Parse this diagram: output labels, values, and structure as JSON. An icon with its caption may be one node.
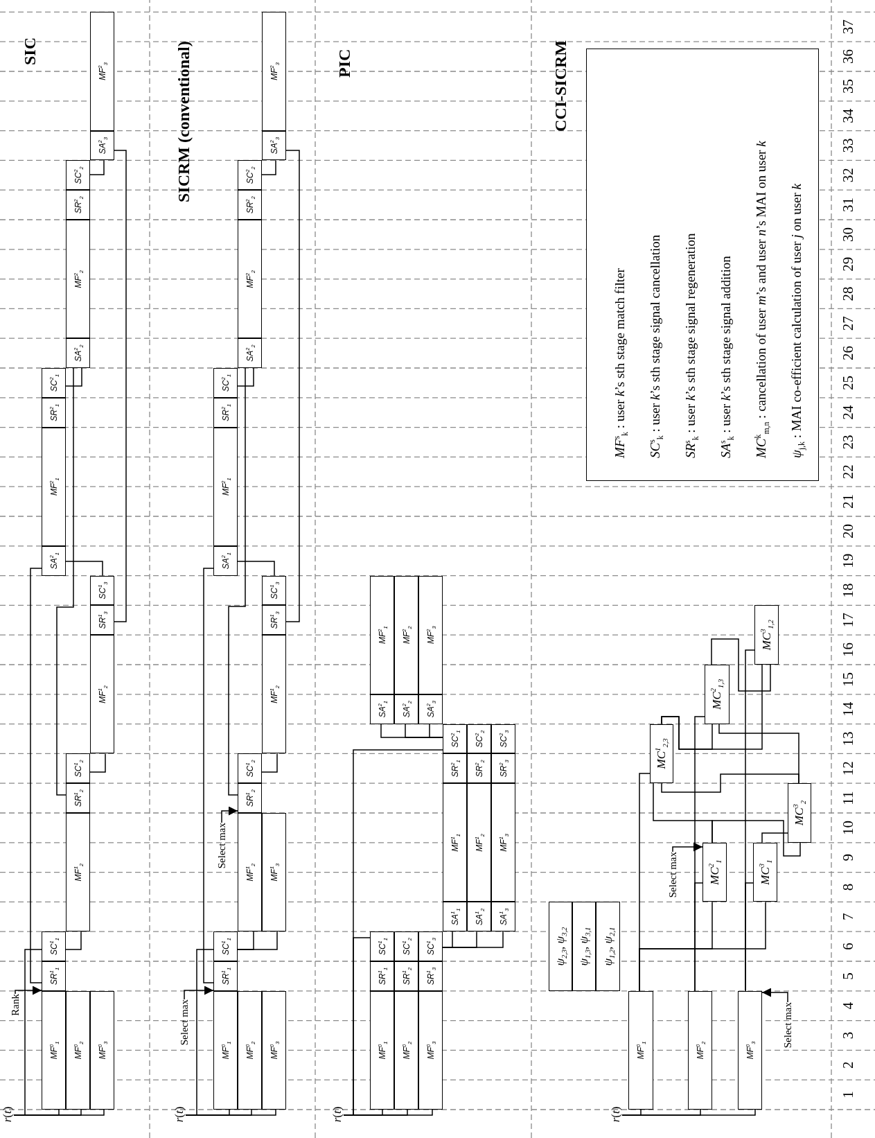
{
  "diagram": {
    "nodes": [
      {
        "text": [
          "*r*(*t*)"
        ]
      },
      {
        "text": [
          "Rank"
        ]
      },
      {
        "text": [
          "MF$^{0}$$_{1}$"
        ]
      },
      {
        "text": [
          "MF$^{0}$$_{2}$"
        ]
      },
      {
        "text": [
          "MF$^{0}$$_{3}$"
        ]
      },
      {
        "text": [
          "SR$^{1}$$_{1}$"
        ]
      },
      {
        "text": [
          "SC$^{1}$$_{1}$"
        ]
      },
      {
        "text": [
          "MF$^{1}$$_{2}$"
        ]
      },
      {
        "text": [
          "SR$^{1}$$_{2}$"
        ]
      },
      {
        "text": [
          "SC$^{1}$$_{2}$"
        ]
      },
      {
        "text": [
          "MF$^{1}$$_{2}$"
        ]
      },
      {
        "text": [
          "SR$^{1}$$_{3}$"
        ]
      },
      {
        "text": [
          "SC$^{1}$$_{3}$"
        ]
      },
      {
        "text": [
          "SA$^{2}$$_{1}$"
        ]
      },
      {
        "text": [
          "MF$^{2}$$_{1}$"
        ]
      },
      {
        "text": [
          "SR$^{2}$$_{1}$"
        ]
      },
      {
        "text": [
          "SC$^{2}$$_{1}$"
        ]
      },
      {
        "text": [
          "SA$^{2}$$_{2}$"
        ]
      },
      {
        "text": [
          "MF$^{2}$$_{2}$"
        ]
      },
      {
        "text": [
          "SR$^{2}$$_{2}$"
        ]
      },
      {
        "text": [
          "SC$^{2}$$_{2}$"
        ]
      },
      {
        "text": [
          "SA$^{2}$$_{3}$"
        ]
      },
      {
        "text": [
          "MF$^{2}$$_{3}$"
        ]
      },
      {
        "text": [
          "*r*(*t*)"
        ]
      },
      {
        "text": [
          "Select max"
        ]
      },
      {
        "text": [
          "MF$^{0}$$_{1}$"
        ]
      },
      {
        "text": [
          "MF$^{0}$$_{2}$"
        ]
      },
      {
        "text": [
          "MF$^{0}$$_{3}$"
        ]
      },
      {
        "text": [
          "SR$^{1}$$_{1}$"
        ]
      },
      {
        "text": [
          "SC$^{1}$$_{1}$"
        ]
      },
      {
        "text": [
          "Select max"
        ]
      },
      {
        "text": [
          "MF$^{1}$$_{2}$"
        ]
      },
      {
        "text": [
          "MF$^{1}$$_{3}$"
        ]
      },
      {
        "text": [
          "SR$^{1}$$_{2}$"
        ]
      },
      {
        "text": [
          "SC$^{1}$$_{2}$"
        ]
      },
      {
        "text": [
          "MF$^{1}$$_{2}$"
        ]
      },
      {
        "text": [
          "SR$^{1}$$_{3}$"
        ]
      },
      {
        "text": [
          "SC$^{1}$$_{3}$"
        ]
      },
      {
        "text": [
          "SA$^{2}$$_{1}$"
        ]
      },
      {
        "text": [
          "MF$^{2}$$_{1}$"
        ]
      },
      {
        "text": [
          "SR$^{2}$$_{1}$"
        ]
      },
      {
        "text": [
          "SC$^{2}$$_{1}$"
        ]
      },
      {
        "text": [
          "SA$^{2}$$_{2}$"
        ]
      },
      {
        "text": [
          "MF$^{2}$$_{2}$"
        ]
      },
      {
        "text": [
          "SR$^{2}$$_{2}$"
        ]
      },
      {
        "text": [
          "SC$^{2}$$_{2}$"
        ]
      },
      {
        "text": [
          "SA$^{2}$$_{3}$"
        ]
      },
      {
        "text": [
          "MF$^{2}$$_{3}$"
        ]
      },
      {
        "text": [
          "*r*(*t*)"
        ]
      },
      {
        "text": [
          "MF$^{0}$$_{1}$"
        ]
      },
      {
        "text": [
          "MF$^{0}$$_{2}$"
        ]
      },
      {
        "text": [
          "MF$^{0}$$_{3}$"
        ]
      },
      {
        "text": [
          "SR$^{1}$$_{1}$"
        ]
      },
      {
        "text": [
          "SR$^{1}$$_{2}$"
        ]
      },
      {
        "text": [
          "SR$^{1}$$_{3}$"
        ]
      },
      {
        "text": [
          "SC$^{1}$$_{1}$"
        ]
      },
      {
        "text": [
          "SC$^{1}$$_{2}$"
        ]
      },
      {
        "text": [
          "SC$^{1}$$_{3}$"
        ]
      },
      {
        "text": [
          "SA$^{1}$$_{1}$"
        ]
      },
      {
        "text": [
          "SA$^{1}$$_{2}$"
        ]
      },
      {
        "text": [
          "SA$^{1}$$_{3}$"
        ]
      },
      {
        "text": [
          "MF$^{1}$$_{1}$"
        ]
      },
      {
        "text": [
          "MF$^{1}$$_{2}$"
        ]
      },
      {
        "text": [
          "MF$^{1}$$_{3}$"
        ]
      },
      {
        "text": [
          "SR$^{2}$$_{1}$"
        ]
      },
      {
        "text": [
          "SR$^{2}$$_{2}$"
        ]
      },
      {
        "text": [
          "SR$^{2}$$_{3}$"
        ]
      },
      {
        "text": [
          "SC$^{2}$$_{1}$"
        ]
      },
      {
        "text": [
          "SC$^{2}$$_{2}$"
        ]
      },
      {
        "text": [
          "SC$^{2}$$_{3}$"
        ]
      },
      {
        "text": [
          "SA$^{2}$$_{1}$"
        ]
      },
      {
        "text": [
          "SA$^{2}$$_{2}$"
        ]
      },
      {
        "text": [
          "SA$^{2}$$_{3}$"
        ]
      },
      {
        "text": [
          "MF$^{2}$$_{1}$"
        ]
      },
      {
        "text": [
          "MF$^{2}$$_{2}$"
        ]
      },
      {
        "text": [
          "MF$^{2}$$_{3}$"
        ]
      },
      {
        "text": [
          "*r*(*t*)"
        ]
      },
      {
        "text": [
          "MF$^{0}$$_{1}$"
        ]
      },
      {
        "text": [
          "MF$^{0}$$_{2}$"
        ]
      },
      {
        "text": [
          "MF$^{0}$$_{3}$"
        ]
      },
      {
        "text": [
          "Select max"
        ]
      },
      {
        "text": [
          "ψ$_{2,3}$, ψ$_{3,2}$"
        ]
      },
      {
        "text": [
          "ψ$_{1,3}$, ψ$_{3,1}$"
        ]
      },
      {
        "text": [
          "ψ$_{1,2}$, ψ$_{2,1}$"
        ]
      },
      {
        "text": [
          "Select max"
        ]
      },
      {
        "text": [
          "MC$^{2}$$_{1}$"
        ]
      },
      {
        "text": [
          "MC$^{3}$$_{1}$"
        ]
      },
      {
        "text": [
          "MC$^{3}$$_{2}$"
        ]
      },
      {
        "text": [
          "MC$^{1}$$_{2,3}$"
        ]
      },
      {
        "text": [
          "MC$^{2}$$_{1,3}$"
        ]
      },
      {
        "text": [
          "MC$^{3}$$_{1,2}$"
        ]
      },
      {
        "text": [
          "*MF*$^{s}$$_{k}$ : user *k*’s sth stage match filter",
          "*SC*$^{s}$$_{k}$ : user *k*’s sth stage signal cancellation",
          "*SR*$^{s}$$_{k}$ : user *k*’s sth stage signal regeneration",
          "*SA*$^{s}$$_{k}$ : user *k*’s sth stage signal addition",
          "*MC*$^{k}$$_{m,n}$ : cancellation of user *m*’s and user *n*’s MAI on user *k*",
          "*ψ*$_{j,k}$ : MAI co-efficient calculation of user *j* on user *k*"
        ]
      }
    ],
    "edges": [
      {
        "from": 0,
        "to": 2,
        "arrow": "none"
      },
      {
        "from": 0,
        "to": 3,
        "arrow": "none"
      },
      {
        "from": 0,
        "to": 4,
        "arrow": "none"
      },
      {
        "from": 0,
        "to": 6,
        "arrow": "none"
      },
      {
        "from": 5,
        "to": 13,
        "arrow": "none"
      },
      {
        "from": 1,
        "to": 5,
        "arrow": "to"
      },
      {
        "from": 6,
        "to": 7,
        "arrow": "none"
      },
      {
        "from": 8,
        "to": 17,
        "arrow": "none"
      },
      {
        "from": 9,
        "to": 10,
        "arrow": "none"
      },
      {
        "from": 12,
        "to": 13,
        "arrow": "none"
      },
      {
        "from": 11,
        "to": 21,
        "arrow": "none"
      },
      {
        "from": 16,
        "to": 17,
        "arrow": "none"
      },
      {
        "from": 20,
        "to": 21,
        "arrow": "none"
      },
      {
        "from": 23,
        "to": 25,
        "arrow": "none"
      },
      {
        "from": 23,
        "to": 26,
        "arrow": "none"
      },
      {
        "from": 23,
        "to": 27,
        "arrow": "none"
      },
      {
        "from": 23,
        "to": 29,
        "arrow": "none"
      },
      {
        "from": 28,
        "to": 38,
        "arrow": "none"
      },
      {
        "from": 24,
        "to": 28,
        "arrow": "to"
      },
      {
        "from": 29,
        "to": 31,
        "arrow": "none"
      },
      {
        "from": 29,
        "to": 32,
        "arrow": "none"
      },
      {
        "from": 30,
        "to": 33,
        "arrow": "to"
      },
      {
        "from": 33,
        "to": 42,
        "arrow": "none"
      },
      {
        "from": 34,
        "to": 35,
        "arrow": "none"
      },
      {
        "from": 37,
        "to": 38,
        "arrow": "none"
      },
      {
        "from": 36,
        "to": 46,
        "arrow": "none"
      },
      {
        "from": 41,
        "to": 42,
        "arrow": "none"
      },
      {
        "from": 45,
        "to": 46,
        "arrow": "none"
      },
      {
        "from": 48,
        "to": 49,
        "arrow": "none"
      },
      {
        "from": 48,
        "to": 50,
        "arrow": "none"
      },
      {
        "from": 48,
        "to": 51,
        "arrow": "none"
      },
      {
        "from": 48,
        "to": 55,
        "arrow": "none"
      },
      {
        "from": 48,
        "to": 67,
        "arrow": "none"
      },
      {
        "from": 57,
        "to": 58,
        "arrow": "none"
      },
      {
        "from": 57,
        "to": 59,
        "arrow": "none"
      },
      {
        "from": 57,
        "to": 60,
        "arrow": "none"
      },
      {
        "from": 67,
        "to": 70,
        "arrow": "none"
      },
      {
        "from": 67,
        "to": 71,
        "arrow": "none"
      },
      {
        "from": 67,
        "to": 72,
        "arrow": "none"
      },
      {
        "from": 76,
        "to": 77,
        "arrow": "none"
      },
      {
        "from": 76,
        "to": 78,
        "arrow": "none"
      },
      {
        "from": 76,
        "to": 79,
        "arrow": "none"
      },
      {
        "from": 80,
        "to": 79,
        "arrow": "to"
      },
      {
        "from": 77,
        "to": 88,
        "arrow": "none"
      },
      {
        "from": 77,
        "to": 85,
        "arrow": "none"
      },
      {
        "from": 77,
        "to": 86,
        "arrow": "none"
      },
      {
        "from": 78,
        "to": 89,
        "arrow": "none"
      },
      {
        "from": 78,
        "to": 85,
        "arrow": "none"
      },
      {
        "from": 79,
        "to": 90,
        "arrow": "none"
      },
      {
        "from": 79,
        "to": 86,
        "arrow": "none"
      },
      {
        "from": 84,
        "to": 85,
        "arrow": "to"
      },
      {
        "from": 85,
        "to": 88,
        "arrow": "none"
      },
      {
        "from": 85,
        "to": 87,
        "arrow": "none"
      },
      {
        "from": 86,
        "to": 87,
        "arrow": "none"
      },
      {
        "from": 87,
        "to": 89,
        "arrow": "none"
      },
      {
        "from": 87,
        "to": 88,
        "arrow": "none"
      },
      {
        "from": 88,
        "to": 90,
        "arrow": "none"
      },
      {
        "from": 88,
        "to": 89,
        "arrow": "none"
      },
      {
        "from": 89,
        "to": 90,
        "arrow": "none"
      }
    ],
    "labels": [
      "SIC",
      "SICRM (conventional)",
      "PIC",
      "CCI-SICRM",
      "1",
      "2",
      "3",
      "4",
      "5",
      "6",
      "7",
      "8",
      "9",
      "10",
      "11",
      "12",
      "13",
      "14",
      "15",
      "16",
      "17",
      "18",
      "19",
      "20",
      "21",
      "22",
      "23",
      "24",
      "25",
      "26",
      "27",
      "28",
      "29",
      "30",
      "31",
      "32",
      "33",
      "34",
      "35",
      "36",
      "37"
    ]
  }
}
